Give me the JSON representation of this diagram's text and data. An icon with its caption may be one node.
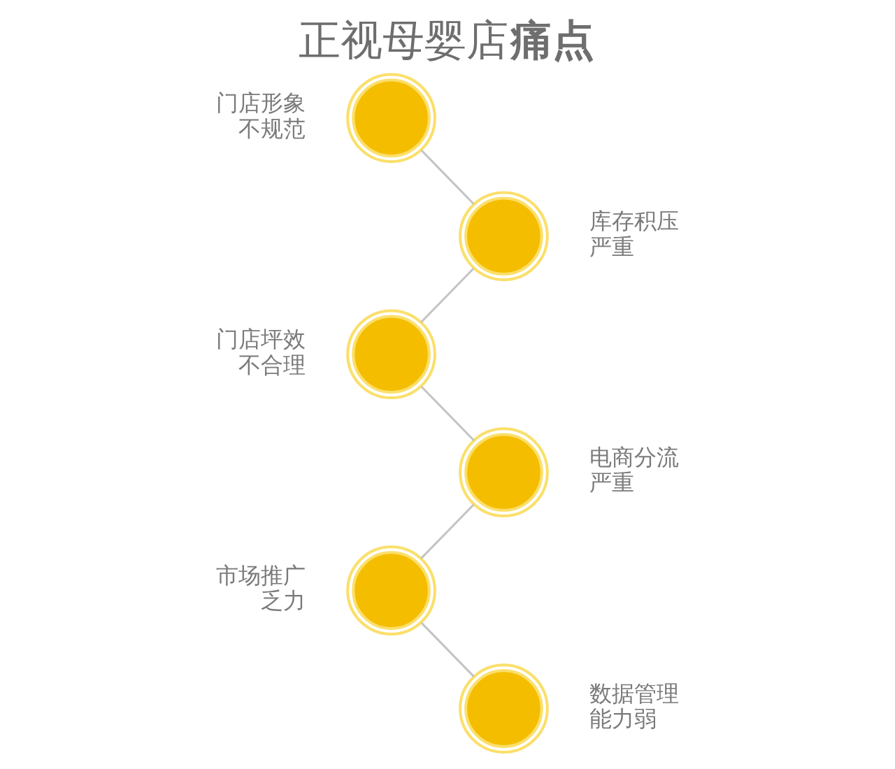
{
  "diagram": {
    "title": "正视母婴店**痛点**",
    "nodes": [
      {
        "text": [],
        "shape": "circle",
        "beside": [
          "门店形象不规范"
        ]
      },
      {
        "text": [],
        "shape": "circle",
        "beside": [
          "库存积压严重"
        ]
      },
      {
        "text": [],
        "shape": "circle",
        "beside": [
          "门店坪效不合理"
        ]
      },
      {
        "text": [],
        "shape": "circle",
        "beside": [
          "电商分流严重"
        ]
      },
      {
        "text": [],
        "shape": "circle",
        "beside": [
          "市场推广乏力"
        ]
      },
      {
        "text": [],
        "shape": "circle",
        "beside": [
          "数据管理能力弱"
        ]
      }
    ],
    "edges": [
      {
        "from": 0,
        "to": 1,
        "arrow": "none"
      },
      {
        "from": 1,
        "to": 2,
        "arrow": "none"
      },
      {
        "from": 2,
        "to": 3,
        "arrow": "none"
      },
      {
        "from": 3,
        "to": 4,
        "arrow": "none"
      },
      {
        "from": 4,
        "to": 5,
        "arrow": "none"
      }
    ]
  }
}
